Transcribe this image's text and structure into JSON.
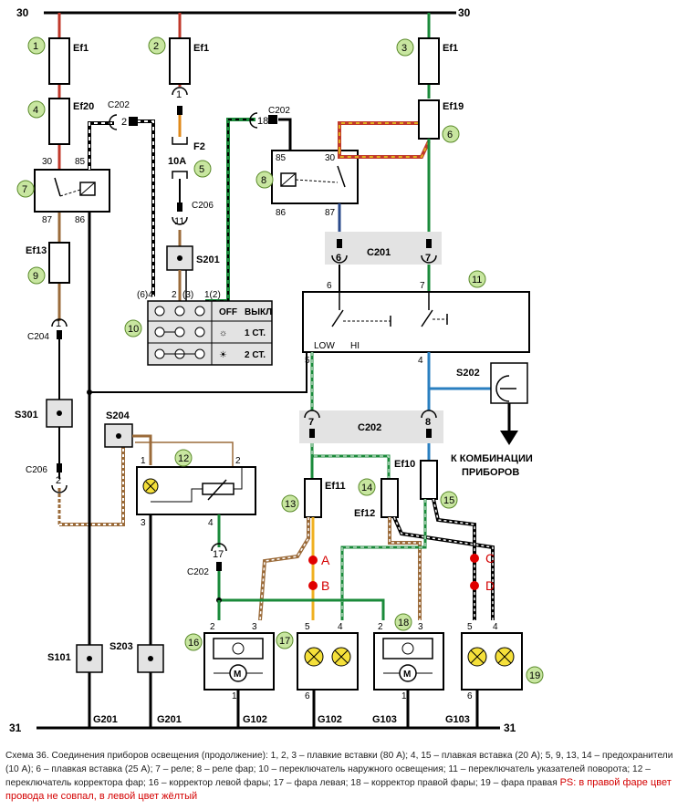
{
  "bus": {
    "top_left": "30",
    "top_right": "30",
    "bottom_left": "31",
    "bottom_right": "31"
  },
  "fuses": {
    "ef1_a": "Ef1",
    "ef1_b": "Ef1",
    "ef1_c": "Ef1",
    "ef20": "Ef20",
    "ef19": "Ef19",
    "ef13": "Ef13",
    "f2": "F2",
    "f2_rating": "10A",
    "ef11": "Ef11",
    "ef12": "Ef12",
    "ef10": "Ef10"
  },
  "callouts": [
    "1",
    "2",
    "3",
    "4",
    "5",
    "6",
    "7",
    "8",
    "9",
    "10",
    "11",
    "12",
    "13",
    "14",
    "15",
    "16",
    "17",
    "18",
    "19"
  ],
  "connectors": {
    "c202_a": "C202",
    "c202_b": "C202",
    "c202_c": "C202",
    "c202_main": "C202",
    "c206_a": "C206",
    "c206_b": "C206",
    "c204": "C204",
    "c201": "C201",
    "s201": "S201",
    "s301": "S301",
    "s204": "S204",
    "s202": "S202",
    "s101": "S101",
    "s203": "S203",
    "g201_a": "G201",
    "g201_b": "G201",
    "g102_a": "G102",
    "g102_b": "G102",
    "g103_a": "G103",
    "g103_b": "G103"
  },
  "pins": {
    "p2": "2",
    "p18": "18",
    "p1": "1",
    "p11": "11",
    "p6": "6",
    "p7": "7",
    "p7b": "7",
    "p8": "8",
    "p1b": "1",
    "p2b": "2",
    "p17": "17",
    "r7_30": "30",
    "r7_85": "85",
    "r7_87": "87",
    "r7_86": "86",
    "r8_85": "85",
    "r8_30": "30",
    "r8_86": "86",
    "r8_87": "87",
    "sw10_6": "(6)4",
    "sw10_2": "2",
    "sw10_3": "(3)",
    "sw10_1": "1(2)",
    "sw11_6": "6",
    "sw11_7": "7",
    "sw11_5": "5",
    "sw11_4": "4",
    "sw12_1": "1",
    "sw12_2": "2",
    "sw12_3": "3",
    "sw12_4": "4",
    "m16_2": "2",
    "m16_3": "3",
    "m16_1": "1",
    "l17_5": "5",
    "l17_4": "4",
    "l17_6": "6",
    "m18_2": "2",
    "m18_3": "3",
    "m18_1": "1",
    "l19_5": "5",
    "l19_4": "4",
    "l19_6": "6"
  },
  "switch10": {
    "off": "OFF",
    "vykl": "ВЫКЛ",
    "st1": "1 СТ.",
    "st2": "2 СТ."
  },
  "switch11": {
    "low": "LOW",
    "hi": "HI"
  },
  "markers": {
    "a": "A",
    "b": "B",
    "c": "C",
    "d": "D"
  },
  "to_cluster": {
    "line1": "К КОМБИНАЦИИ",
    "line2": "ПРИБОРОВ"
  },
  "motor": "M",
  "caption": {
    "text": "Схема 36. Соединения приборов освещения (продолжение): 1, 2, 3 – плавкие вставки (80 А); 4, 15 – плавкая вставка (20 А); 5, 9, 13, 14 – предохранители (10 А); 6 – плавкая вставка (25 А); 7 – реле; 8 – реле фар; 10 – переключатель наружного освещения; 11 – переключатель указателей поворота; 12 – переключатель корректора фар; 16 – корректор левой фары; 17 – фара левая; 18 – корректор правой фары; 19 – фара правая",
    "ps": "PS: в правой фаре цвет провода не совпал, в левой цвет жёлтый"
  },
  "colors": {
    "red_wire": "#c0392b",
    "green_wire": "#1a8a3a",
    "blue_wire": "#2a7fc0",
    "brown_wire": "#9b6b3a",
    "orange_wire": "#e08a1a",
    "lamp": "#f5e03a",
    "connector_bg": "#e3e3e3"
  }
}
